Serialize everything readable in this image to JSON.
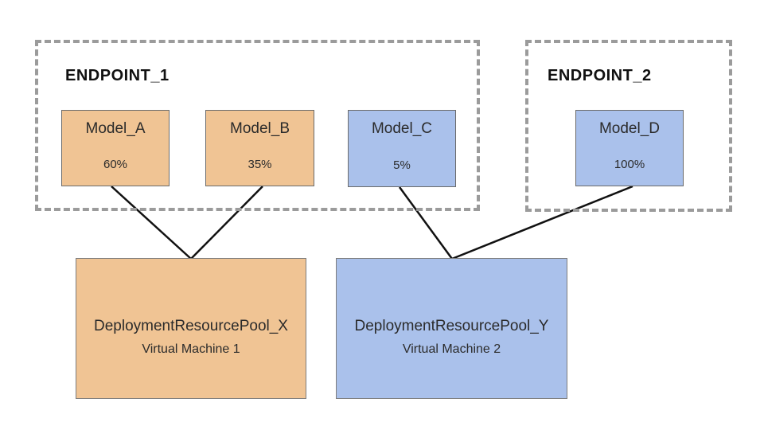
{
  "diagram": {
    "title_hint": "Model co-hosting via deployment resource pools",
    "endpoint_1": {
      "label": "ENDPOINT_1",
      "models": [
        {
          "name": "Model_A",
          "traffic": "60%",
          "color": "orange"
        },
        {
          "name": "Model_B",
          "traffic": "35%",
          "color": "orange"
        },
        {
          "name": "Model_C",
          "traffic": "5%",
          "color": "blue"
        }
      ]
    },
    "endpoint_2": {
      "label": "ENDPOINT_2",
      "models": [
        {
          "name": "Model_D",
          "traffic": "100%",
          "color": "blue"
        }
      ]
    },
    "pools": [
      {
        "name": "DeploymentResourcePool_X",
        "machine": "Virtual Machine 1",
        "color": "orange"
      },
      {
        "name": "DeploymentResourcePool_Y",
        "machine": "Virtual Machine 2",
        "color": "blue"
      }
    ],
    "connections": [
      {
        "from": "Model_A",
        "to": "DeploymentResourcePool_X"
      },
      {
        "from": "Model_B",
        "to": "DeploymentResourcePool_X"
      },
      {
        "from": "Model_C",
        "to": "DeploymentResourcePool_Y"
      },
      {
        "from": "Model_D",
        "to": "DeploymentResourcePool_Y"
      }
    ],
    "colors": {
      "orange_fill": "#F0C494",
      "blue_fill": "#AAC1EB",
      "dashed_border": "#9B9B9B",
      "box_border": "#6B6B6B",
      "connector": "#111111",
      "background": "#FFFFFF"
    }
  }
}
